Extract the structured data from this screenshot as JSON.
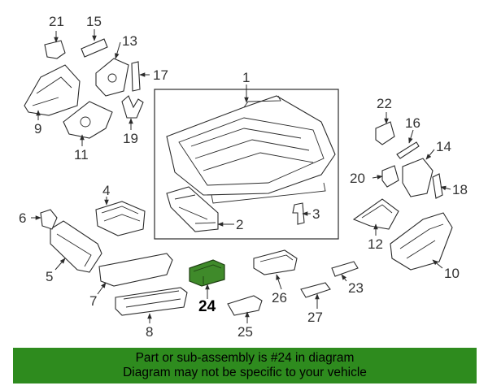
{
  "diagram": {
    "highlight_part": "24",
    "highlight_color": "#3f8a2a",
    "callouts": [
      "1",
      "2",
      "3",
      "4",
      "5",
      "6",
      "7",
      "8",
      "9",
      "10",
      "11",
      "12",
      "13",
      "14",
      "15",
      "16",
      "17",
      "18",
      "19",
      "20",
      "21",
      "22",
      "23",
      "24",
      "25",
      "26",
      "27"
    ]
  },
  "banner": {
    "line1": "Part or sub-assembly is #24 in diagram",
    "line2": "Diagram may not be specific to your vehicle",
    "color": "#2e8b1e"
  }
}
